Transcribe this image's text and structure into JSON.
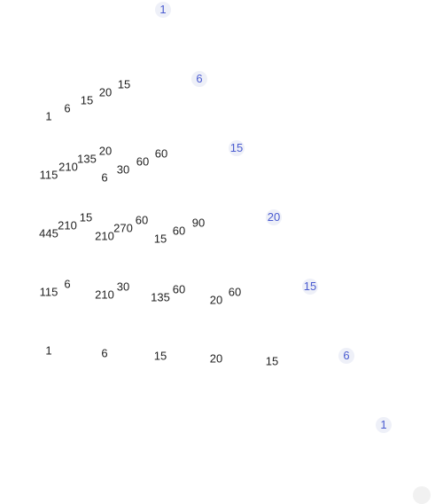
{
  "colors": {
    "badge_text": "#4a5bd0",
    "badge_bg": "#eef0f8",
    "number_text": "#222222"
  },
  "badges": [
    "1",
    "6",
    "15",
    "20",
    "15",
    "6",
    "1"
  ],
  "rows": [
    {
      "numbers": [
        "1",
        "6",
        "15",
        "20",
        "15"
      ]
    },
    {
      "numbers": [
        "115",
        "210",
        "135",
        "20",
        "6",
        "30",
        "60",
        "60"
      ]
    },
    {
      "numbers": [
        "445",
        "210",
        "15",
        "210",
        "270",
        "60",
        "15",
        "60",
        "90"
      ]
    },
    {
      "numbers": [
        "115",
        "6",
        "210",
        "30",
        "135",
        "60",
        "20",
        "60"
      ]
    },
    {
      "numbers": [
        "1",
        "6",
        "15",
        "20",
        "15"
      ]
    }
  ]
}
